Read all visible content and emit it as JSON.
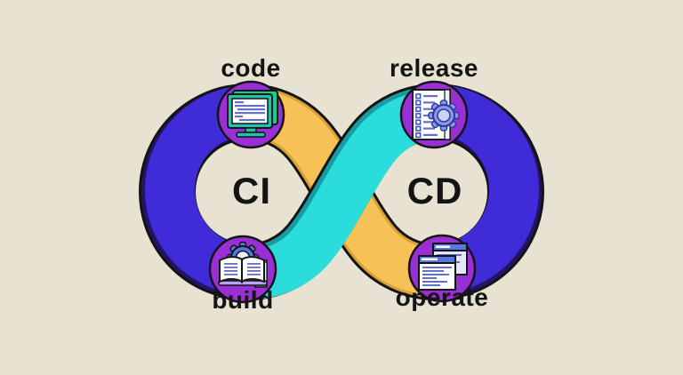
{
  "diagram": {
    "type": "cicd-infinity-loop",
    "left_loop": {
      "label": "CI"
    },
    "right_loop": {
      "label": "CD"
    },
    "stages": [
      {
        "label": "code",
        "position": "top-left",
        "icon": "code-monitor-icon"
      },
      {
        "label": "release",
        "position": "top-right",
        "icon": "release-checklist-gear-icon"
      },
      {
        "label": "build",
        "position": "bottom-left",
        "icon": "build-book-gear-icon"
      },
      {
        "label": "operate",
        "position": "bottom-right",
        "icon": "operate-windows-icon"
      }
    ]
  },
  "colors": {
    "background": "#e8e2d3",
    "outline": "#141414",
    "ribbon_purple": "#3f2bd8",
    "ribbon_purple_shade": "#241467",
    "ribbon_yellow": "#f6c257",
    "ribbon_yellow_shade": "#d9a138",
    "ribbon_teal": "#2bdcdc",
    "ribbon_teal_shade": "#189ca2",
    "icon_circle": "#9a2fd6",
    "monitor_teal": "#21c1ae",
    "monitor_green": "#10d191",
    "line_blue": "#6470c8",
    "checklist_blue": "#3a57c4",
    "gear_periwinkle": "#8d97e6",
    "gear_dark_blue": "#2a3a9e",
    "gear_blue": "#5577dd",
    "window_header_blue": "#5577e8",
    "window_back_body": "#e4e7fb",
    "lavender": "#b7a6f0",
    "text": "#141414"
  }
}
